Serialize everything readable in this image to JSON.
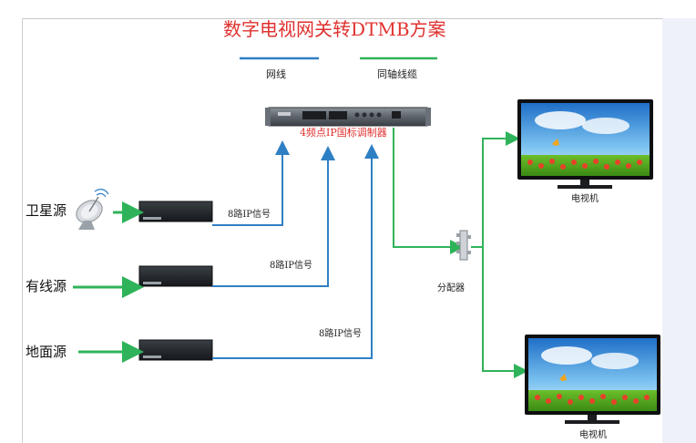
{
  "title": "数字电视网关转DTMB方案",
  "legend": {
    "network_line": "网线",
    "coax_line": "同轴线缆",
    "network_color": "#2f7fc4",
    "coax_color": "#2fb35a"
  },
  "modulator": {
    "label": "4频点IP国标调制器"
  },
  "sources": [
    {
      "label": "卫星源",
      "signal": "8路IP信号",
      "icon": "satellite-dish-icon"
    },
    {
      "label": "有线源",
      "signal": "8路IP信号",
      "icon": ""
    },
    {
      "label": "地面源",
      "signal": "8路IP信号",
      "icon": ""
    }
  ],
  "splitter": {
    "label": "分配器"
  },
  "tvs": [
    {
      "label": "电视机"
    },
    {
      "label": "电视机"
    }
  ]
}
